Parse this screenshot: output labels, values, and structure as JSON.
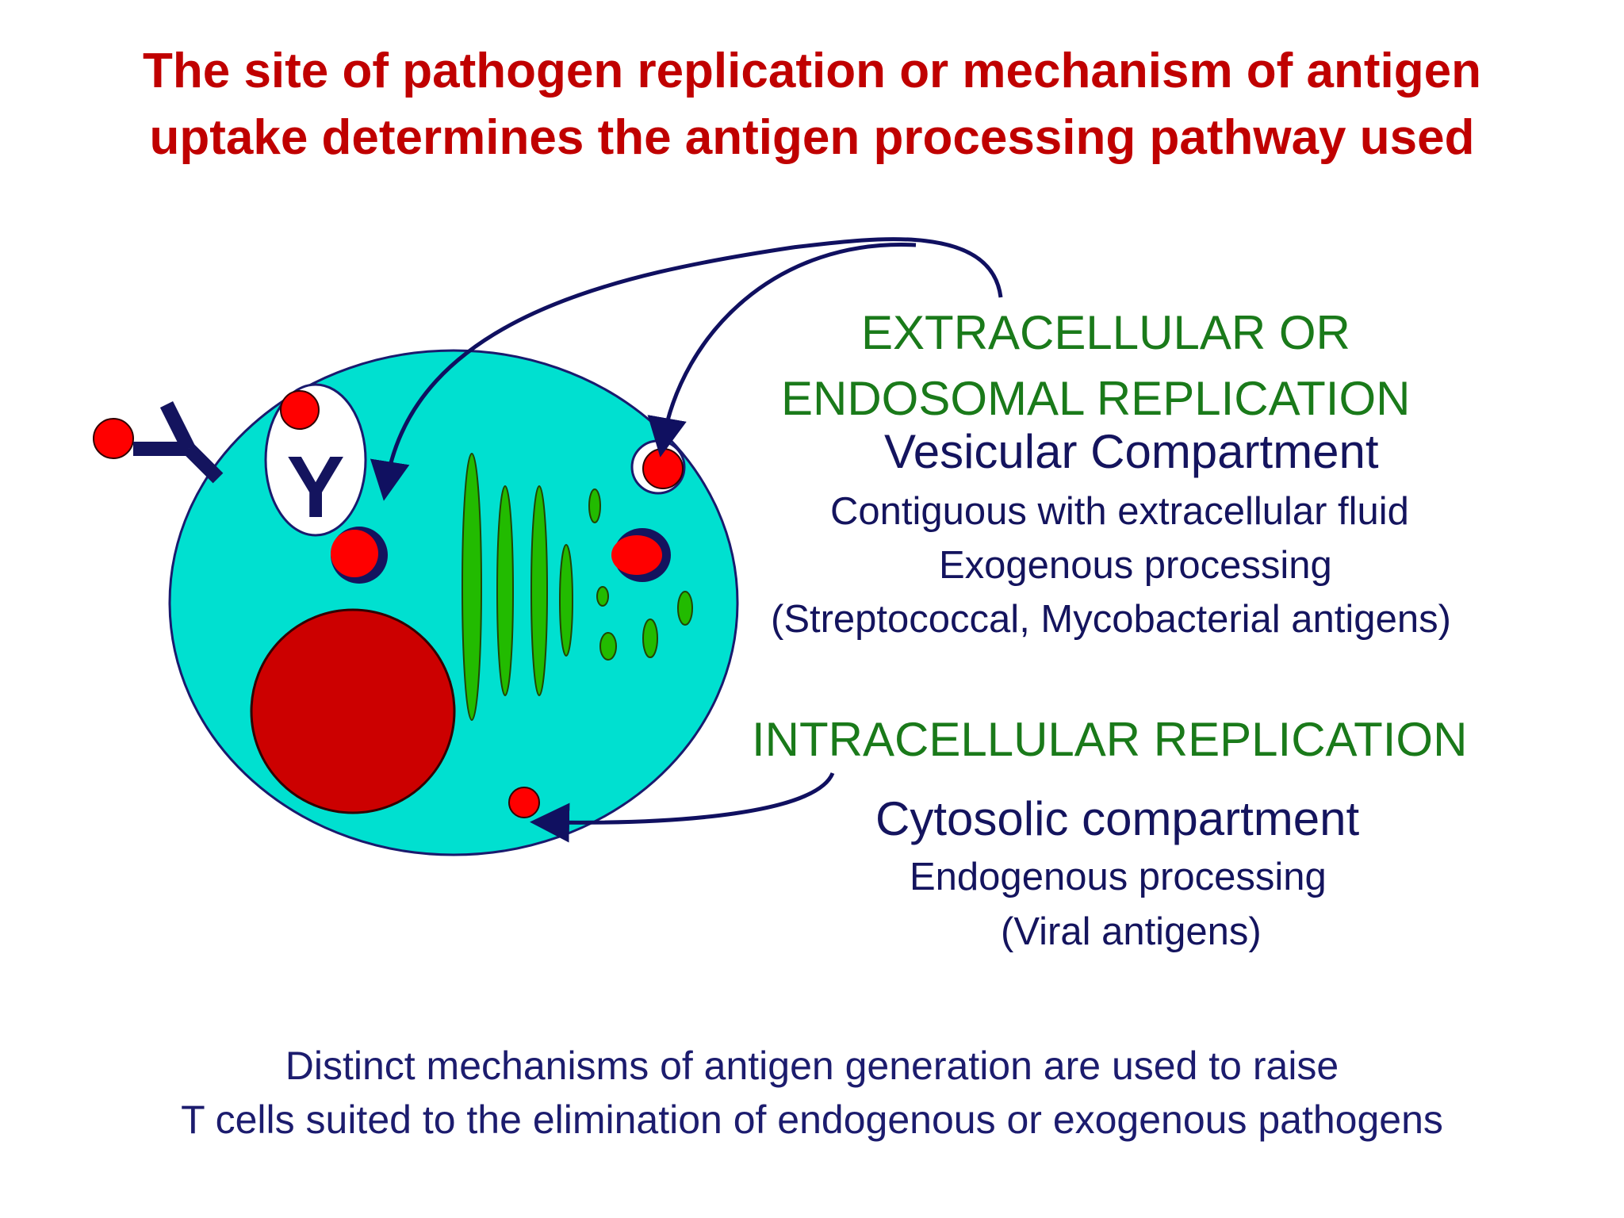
{
  "title": {
    "line1": "The site of pathogen replication or mechanism of antigen",
    "line2": "uptake determines the antigen processing pathway used"
  },
  "extracellular": {
    "heading_line1": "EXTRACELLULAR OR",
    "heading_line2": "ENDOSOMAL REPLICATION",
    "compartment": "Vesicular Compartment",
    "detail1": "Contiguous with extracellular fluid",
    "detail2": "Exogenous processing",
    "examples": "(Streptococcal, Mycobacterial antigens)"
  },
  "intracellular": {
    "heading": "INTRACELLULAR REPLICATION",
    "compartment": "Cytosolic compartment",
    "detail": "Endogenous processing",
    "examples": "(Viral antigens)"
  },
  "footer": {
    "line1": "Distinct mechanisms of antigen generation are used to raise",
    "line2": "T cells suited to the elimination of endogenous or exogenous pathogens"
  },
  "cell": {
    "antibody_label": "Y"
  },
  "colors": {
    "title": "#c00000",
    "green_heading": "#1a7a1a",
    "navy_text": "#14145e",
    "cell_fill": "#00e0d0",
    "nucleus": "#cc0000",
    "pathogen": "#ff0000",
    "organelle_green": "#22bb00",
    "arrow": "#101060"
  }
}
